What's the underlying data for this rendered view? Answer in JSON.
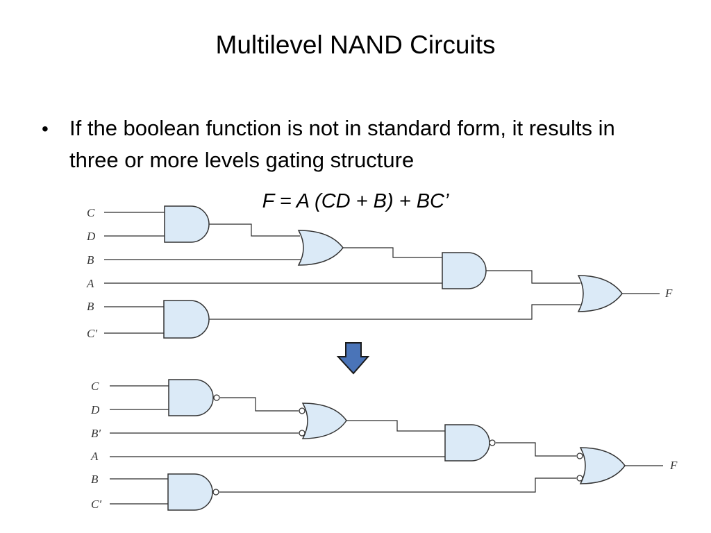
{
  "slide": {
    "title": "Multilevel NAND Circuits",
    "bullet": "If the boolean function is not in standard form, it results in three or more levels gating structure",
    "formula": "F = A (CD + B) + BC’"
  },
  "colors": {
    "gate_fill": "#dbeaf7",
    "arrow_fill": "#4a74b8",
    "wire": "#2a2a2a"
  },
  "arrow_icon": "down-arrow-icon",
  "circuit_top": {
    "inputs": [
      "C",
      "D",
      "B",
      "A",
      "B",
      "C′"
    ],
    "output": "F"
  },
  "circuit_bottom": {
    "inputs": [
      "C",
      "D",
      "B′",
      "A",
      "B",
      "C′"
    ],
    "output": "F"
  }
}
